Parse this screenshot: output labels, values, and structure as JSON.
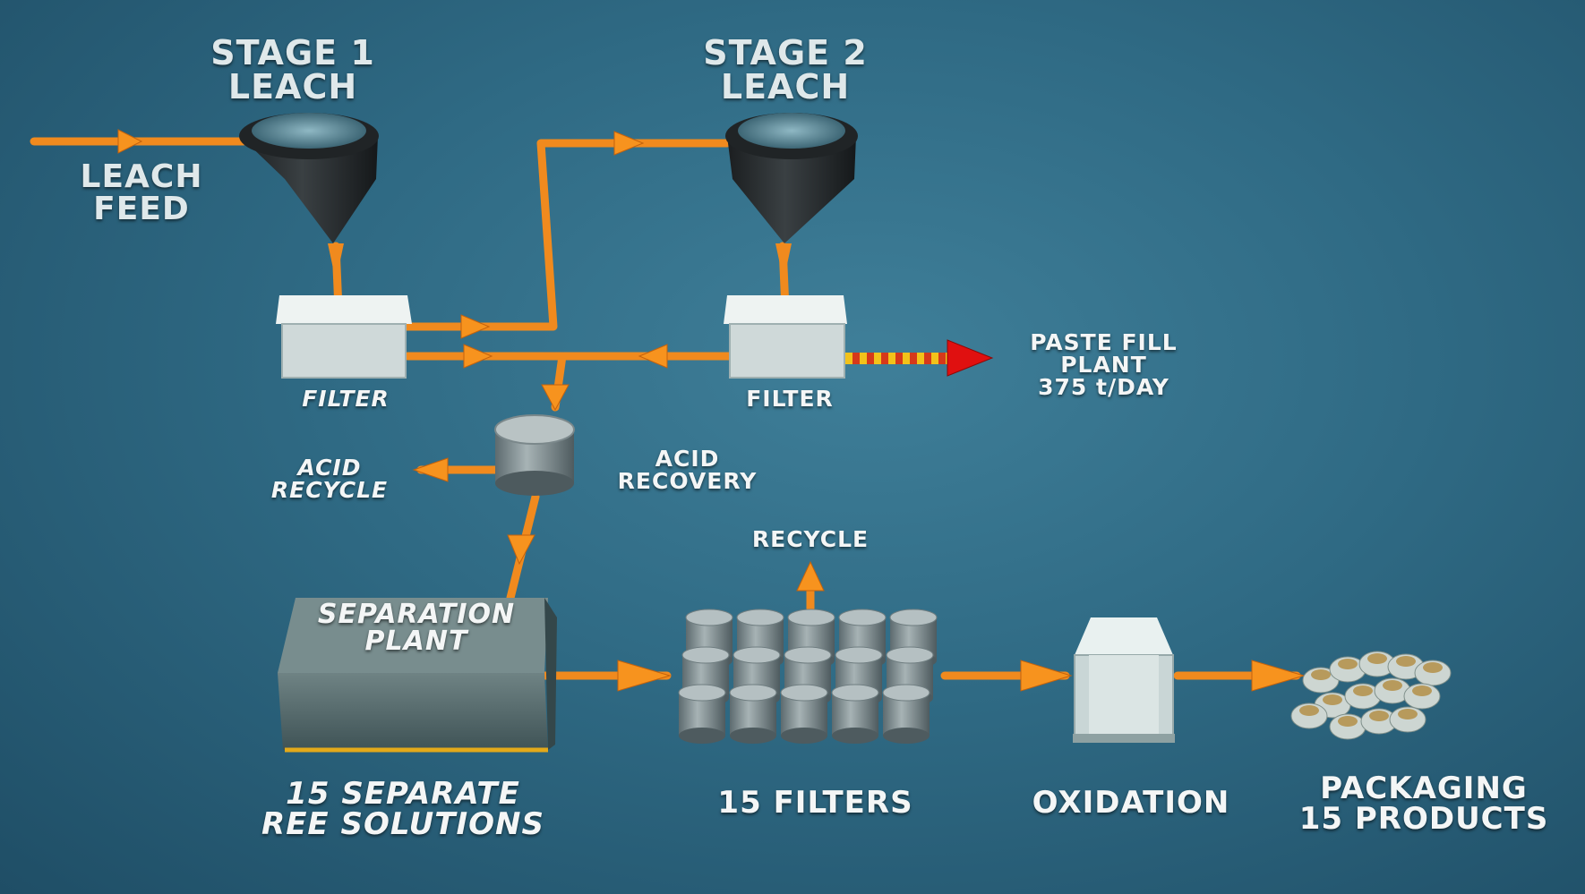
{
  "labels": {
    "stage1": "STAGE 1\nLEACH",
    "stage2": "STAGE 2\nLEACH",
    "leach_feed": "LEACH\nFEED",
    "filter1": "FILTER",
    "filter2": "FILTER",
    "paste_fill": "PASTE FILL\nPLANT\n375 t/DAY",
    "acid_recycle": "ACID\nRECYCLE",
    "acid_recovery": "ACID\nRECOVERY",
    "recycle": "RECYCLE",
    "separation_plant": "SEPARATION\nPLANT",
    "separation_solutions": "15 SEPARATE\nREE SOLUTIONS",
    "filters15": "15 FILTERS",
    "oxidation": "OXIDATION",
    "packaging": "PACKAGING\n15 PRODUCTS"
  },
  "colors": {
    "flow": "#f08a1e",
    "arrowhead": "#f7931e",
    "paste_arrow": "#e01010",
    "tank": "#25292c",
    "filter_box": "#dfe8e8"
  }
}
